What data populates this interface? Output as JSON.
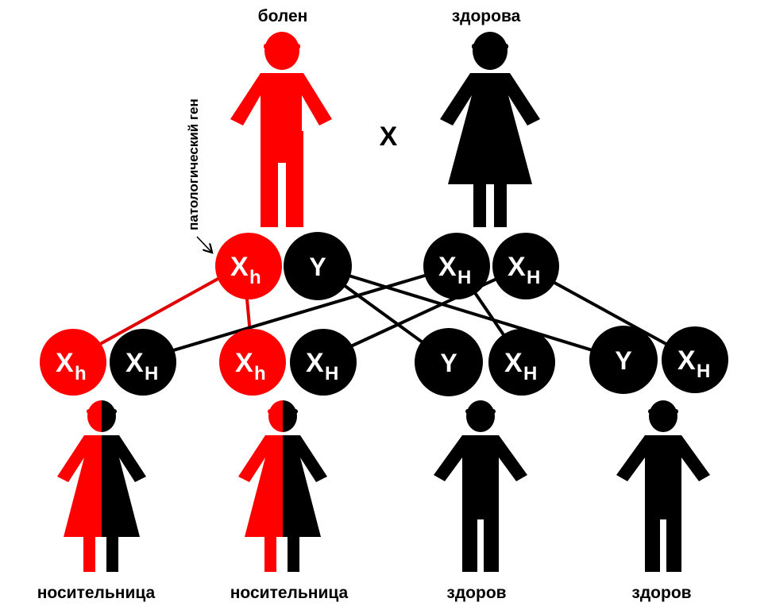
{
  "colors": {
    "affected": "#ff0000",
    "healthy": "#000000",
    "text_on_gamete": "#ffffff"
  },
  "parents": {
    "father": {
      "label": "болен",
      "status_color": "affected"
    },
    "mother": {
      "label": "здорова",
      "status_color": "healthy"
    },
    "cross_symbol": "X"
  },
  "annotation": {
    "text": "патологический ген"
  },
  "parent_gametes": [
    {
      "id": "pg1",
      "letter": "X",
      "sub": "h",
      "color": "affected"
    },
    {
      "id": "pg2",
      "letter": "Y",
      "sub": "",
      "color": "healthy"
    },
    {
      "id": "pg3",
      "letter": "X",
      "sub": "H",
      "color": "healthy"
    },
    {
      "id": "pg4",
      "letter": "X",
      "sub": "H",
      "color": "healthy"
    }
  ],
  "child_gametes": [
    {
      "id": "cg1",
      "letter": "X",
      "sub": "h",
      "color": "affected"
    },
    {
      "id": "cg2",
      "letter": "X",
      "sub": "H",
      "color": "healthy"
    },
    {
      "id": "cg3",
      "letter": "X",
      "sub": "h",
      "color": "affected"
    },
    {
      "id": "cg4",
      "letter": "X",
      "sub": "H",
      "color": "healthy"
    },
    {
      "id": "cg5",
      "letter": "Y",
      "sub": "",
      "color": "healthy"
    },
    {
      "id": "cg6",
      "letter": "X",
      "sub": "H",
      "color": "healthy"
    },
    {
      "id": "cg7",
      "letter": "Y",
      "sub": "",
      "color": "healthy"
    },
    {
      "id": "cg8",
      "letter": "X",
      "sub": "H",
      "color": "healthy"
    }
  ],
  "offspring": [
    {
      "label": "носительница",
      "sex": "female",
      "type": "carrier"
    },
    {
      "label": "носительница",
      "sex": "female",
      "type": "carrier"
    },
    {
      "label": "здоров",
      "sex": "male",
      "type": "healthy"
    },
    {
      "label": "здоров",
      "sex": "male",
      "type": "healthy"
    }
  ]
}
